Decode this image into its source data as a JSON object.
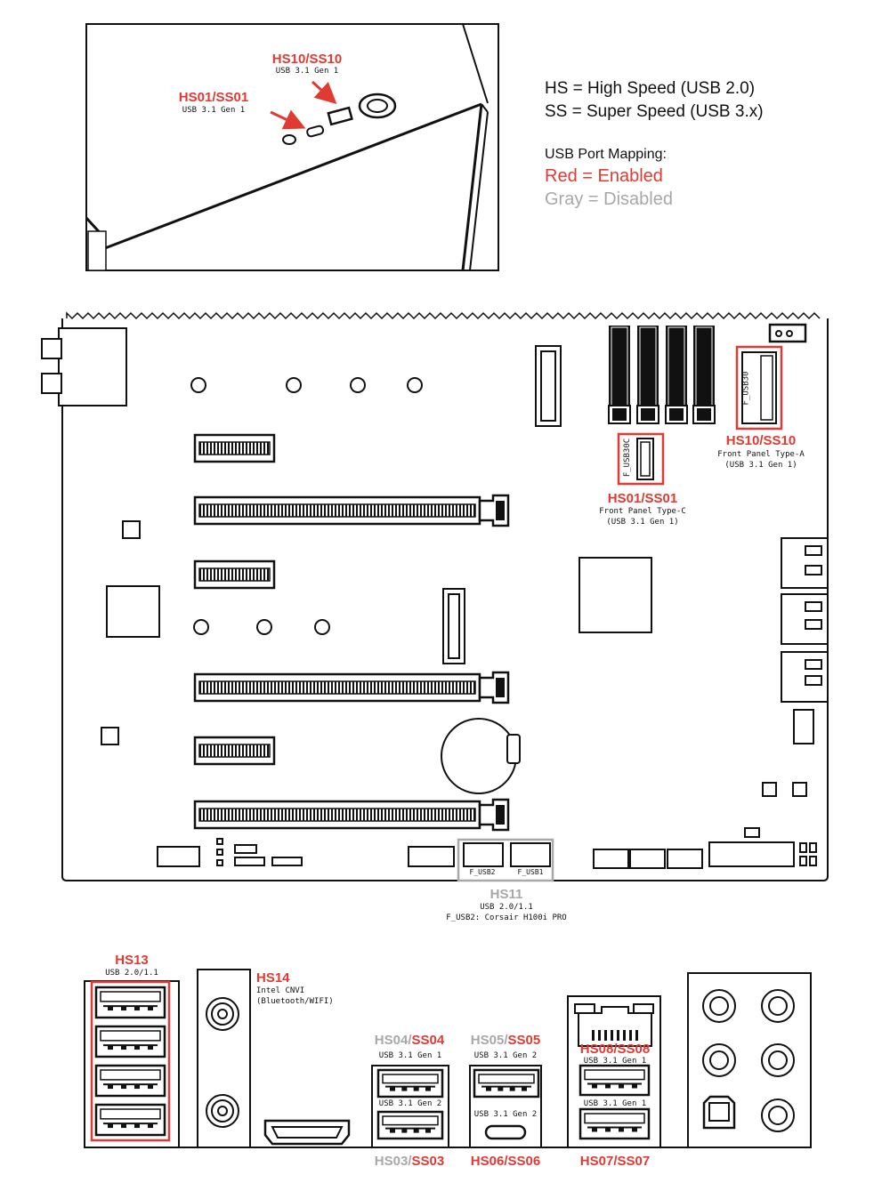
{
  "colors": {
    "enabled": "#e03a33",
    "disabled": "#a8a8a8",
    "line": "#111111"
  },
  "legend": {
    "hs_def": "HS = High Speed (USB 2.0)",
    "ss_def": "SS = Super Speed (USB 3.x)",
    "mapping_title": "USB Port Mapping:",
    "red_def": "Red = Enabled",
    "gray_def": "Gray = Disabled"
  },
  "case_top": {
    "hs10": {
      "name": "HS10/SS10",
      "desc": "USB 3.1 Gen 1"
    },
    "hs01": {
      "name": "HS01/SS01",
      "desc": "USB 3.1 Gen 1"
    }
  },
  "board": {
    "f_usb30_header": "F_USB30",
    "f_usb30c_header": "F_USB30C",
    "hs10": {
      "name": "HS10/SS10",
      "desc1": "Front Panel Type-A",
      "desc2": "(USB 3.1 Gen 1)"
    },
    "hs01": {
      "name": "HS01/SS01",
      "desc1": "Front Panel Type-C",
      "desc2": "(USB 3.1 Gen 1)"
    },
    "f_usb2_header": "F_USB2",
    "f_usb1_header": "F_USB1",
    "hs11": {
      "name": "HS11",
      "desc1": "USB 2.0/1.1",
      "desc2": "F_USB2: Corsair H100i PRO"
    }
  },
  "io": {
    "hs13": {
      "name": "HS13",
      "desc": "USB 2.0/1.1"
    },
    "hs14": {
      "name": "HS14",
      "desc1": "Intel CNVI",
      "desc2": "(Bluetooth/WIFI)"
    },
    "hs04": {
      "hs": "HS04/",
      "ss": "SS04",
      "desc": "USB 3.1 Gen 1"
    },
    "hs03": {
      "hs": "HS03/",
      "ss": "SS03",
      "desc": "USB 3.1 Gen 2"
    },
    "hs05": {
      "hs": "HS05/",
      "ss": "SS05",
      "desc": "USB 3.1 Gen 2"
    },
    "hs06": {
      "hs": "HS06/",
      "ss": "SS06",
      "desc": "USB 3.1 Gen 2"
    },
    "hs08": {
      "name": "HS08/SS08",
      "desc": "USB 3.1 Gen 1"
    },
    "hs07": {
      "name": "HS07/SS07",
      "desc": "USB 3.1 Gen 1"
    }
  }
}
